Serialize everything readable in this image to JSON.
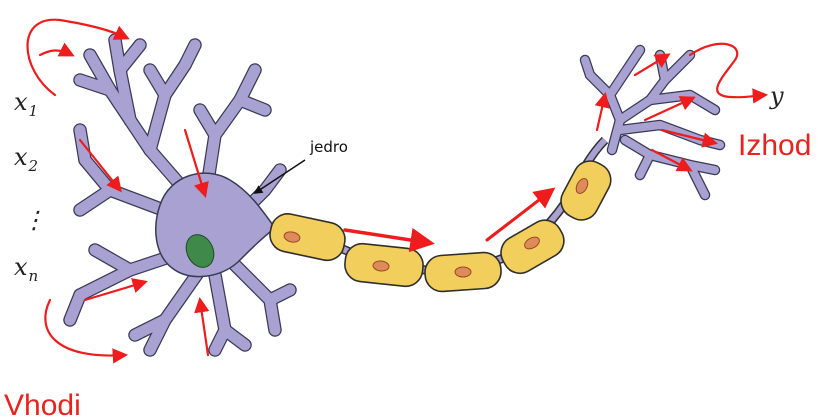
{
  "labels": {
    "inputs": [
      "x",
      "x",
      "x"
    ],
    "input_subscripts": [
      "1",
      "2",
      "n"
    ],
    "dots": "⋮",
    "output": "y",
    "nucleus": "jedro",
    "inputs_caption": "Vhodi",
    "output_caption": "Izhod"
  },
  "colors": {
    "soma_fill": "#a9a1d2",
    "soma_stroke": "#3a3a55",
    "myelin_fill": "#f2cf5c",
    "myelin_stroke": "#2f2f2f",
    "node_fill": "#df8a59",
    "nucleus_fill": "#3f8a4a",
    "signal_arrow": "#ee1c1c",
    "caption_red": "#e8231f"
  }
}
